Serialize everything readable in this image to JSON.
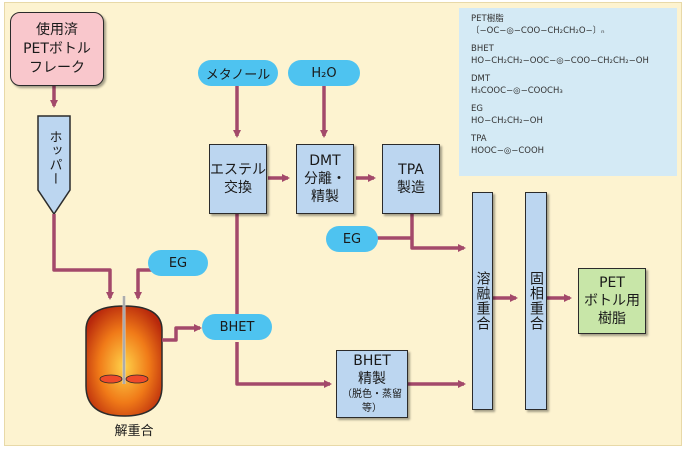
{
  "nodes": {
    "flake": [
      "使用済",
      "PETボトル",
      "フレーク"
    ],
    "hopper": "ホッパー",
    "reactor_label": "解重合",
    "eg_top": "EG",
    "bhet_pill": "BHET",
    "methanol": "メタノール",
    "water": "H₂O",
    "transesterification": [
      "エステル",
      "交換"
    ],
    "dmt": [
      "DMT",
      "分離・",
      "精製"
    ],
    "tpa": [
      "TPA",
      "製造"
    ],
    "eg_mid": "EG",
    "bhet_refine": [
      "BHET",
      "精製",
      "（脱色・蒸留等）"
    ],
    "melt_poly": "溶融重合",
    "solid_poly": "固相重合",
    "product": [
      "PET",
      "ボトル用",
      "樹脂"
    ]
  },
  "legend": [
    {
      "name": "PET樹脂",
      "formula": "〔−OC−◎−COO−CH₂CH₂O−〕ₙ"
    },
    {
      "name": "BHET",
      "formula": "HO−CH₂CH₂−OOC−◎−COO−CH₂CH₂−OH"
    },
    {
      "name": "DMT",
      "formula": "H₃COOC−◎−COOCH₃"
    },
    {
      "name": "EG",
      "formula": "HO−CH₂CH₂−OH"
    },
    {
      "name": "TPA",
      "formula": "HOOC−◎−COOH"
    }
  ],
  "colors": {
    "background": "#fdf3d0",
    "box_fill": "#bcd6f0",
    "pill_fill": "#4ec3f0",
    "flake_fill": "#f9c7cc",
    "product_fill": "#c8e6a8",
    "arrow": "#a3496a",
    "legend_fill": "#d4eaf5"
  }
}
